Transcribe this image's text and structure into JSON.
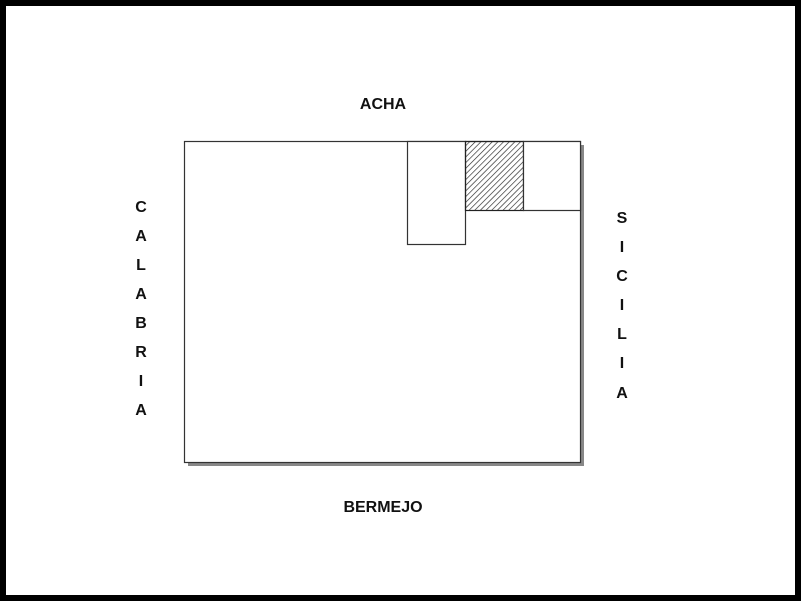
{
  "labels": {
    "top": "ACHA",
    "bottom": "BERMEJO",
    "left": [
      "C",
      "A",
      "L",
      "A",
      "B",
      "R",
      "I",
      "A"
    ],
    "right": [
      "S",
      "I",
      "C",
      "I",
      "L",
      "I",
      "A"
    ]
  },
  "colors": {
    "stroke": "#333333",
    "shadow": "#888888",
    "hatch": "#222222"
  }
}
